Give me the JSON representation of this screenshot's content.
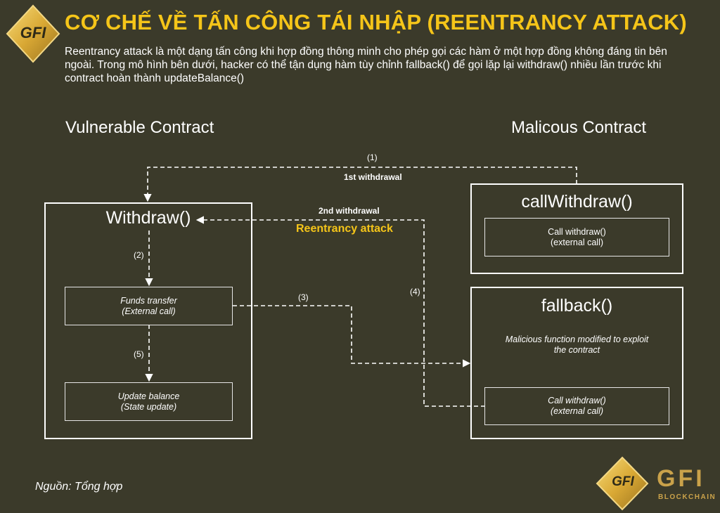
{
  "header": {
    "logo_text": "GFI",
    "title": "CƠ CHẾ VỀ TẤN CÔNG TÁI NHẬP (REENTRANCY ATTACK)",
    "intro": "Reentrancy attack là một dạng tấn công khi hợp đồng thông minh cho phép gọi các hàm ở một hợp đồng không đáng tin bên ngoài. Trong mô hình bên dưới, hacker có thể tận dụng hàm tùy chỉnh fallback() để gọi lặp lại withdraw() nhiều lần trước khi contract hoàn thành updateBalance()"
  },
  "left": {
    "heading": "Vulnerable Contract",
    "function_title": "Withdraw()",
    "funds_transfer": {
      "line1": "Funds transfer",
      "line2": "(External call)"
    },
    "update_balance": {
      "line1": "Update balance",
      "line2": "(State update)"
    }
  },
  "right": {
    "heading": "Malicous Contract",
    "call_withdraw_title": "callWithdraw()",
    "call_withdraw_box": {
      "line1": "Call withdraw()",
      "line2": "(external call)"
    },
    "fallback_title": "fallback()",
    "fallback_desc": {
      "line1": "Malicious function modified to exploit",
      "line2": "the contract"
    },
    "fallback_call_box": {
      "line1": "Call withdraw()",
      "line2": "(external call)"
    }
  },
  "arrows": {
    "step1": "(1)",
    "step2": "(2)",
    "step3": "(3)",
    "step4": "(4)",
    "step5": "(5)",
    "first_withdrawal": "1st withdrawal",
    "second_withdrawal": "2nd withdrawal",
    "reentrancy": "Reentrancy attack"
  },
  "footer": {
    "source": "Nguồn: Tổng hợp",
    "brand_logo_text": "GFI",
    "brand_name": "GFI",
    "brand_sub": "BLOCKCHAIN"
  },
  "colors": {
    "background": "#3b3a2a",
    "accent": "#f5c519",
    "line": "#ffffff"
  }
}
